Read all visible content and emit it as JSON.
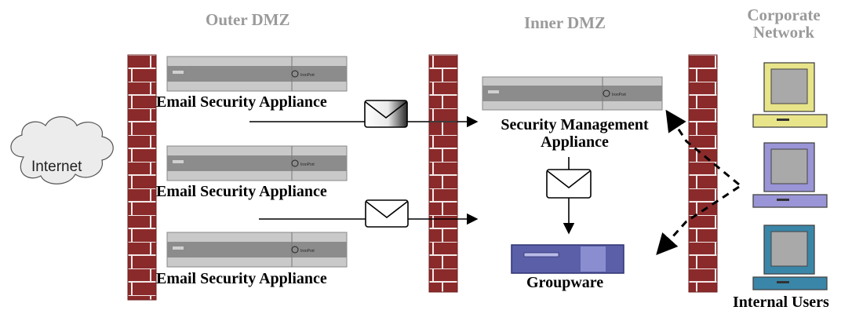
{
  "zones": {
    "outer_dmz": "Outer DMZ",
    "inner_dmz": "Inner DMZ",
    "corporate_line1": "Corporate",
    "corporate_line2": "Network"
  },
  "internet": {
    "label": "Internet"
  },
  "appliances": [
    {
      "label": "Email Security Appliance",
      "badge": "IronPort"
    },
    {
      "label": "Email Security Appliance",
      "badge": "IronPort"
    },
    {
      "label": "Email Security Appliance",
      "badge": "IronPort"
    }
  ],
  "sma": {
    "line1": "Security Management",
    "line2": "Appliance",
    "badge": "IronPort"
  },
  "groupware": {
    "label": "Groupware"
  },
  "users": {
    "label": "Internal Users"
  },
  "colors": {
    "firewall": "#8b2a2a",
    "zone_text": "#9a9a9a",
    "computer_yellow": "#e8e48a",
    "computer_purple": "#9a95d6",
    "computer_teal": "#3a86a8",
    "groupware": "#5a5fa8"
  }
}
